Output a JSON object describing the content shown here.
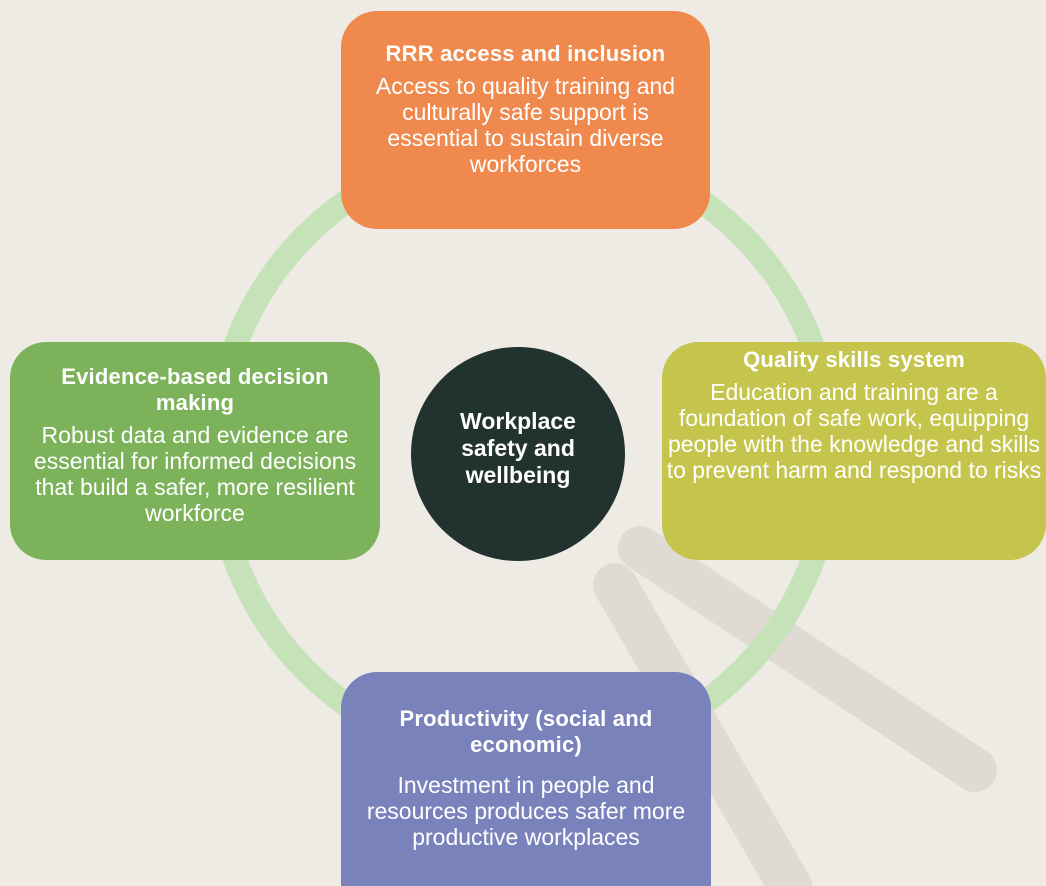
{
  "center": {
    "label": "Workplace safety and wellbeing"
  },
  "cards": {
    "top": {
      "title": "RRR access and inclusion",
      "body": "Access to quality training and culturally safe support is essential to sustain diverse workforces"
    },
    "left": {
      "title": "Evidence-based decision making",
      "body": "Robust data and evidence are essential for informed decisions that build a safer, more resilient workforce"
    },
    "right": {
      "title": "Quality skills system",
      "body": "Education and training are a foundation of safe work, equipping people with the knowledge and skills to prevent harm and respond to risks"
    },
    "bottom": {
      "title": "Productivity (social and economic)",
      "body": "Investment in people and resources produces safer more productive workplaces"
    }
  },
  "colors": {
    "background": "#eeeae4",
    "ring": "#c6e2b9",
    "top": "#ef894e",
    "left": "#7cb35a",
    "right": "#c5c54d",
    "bottom": "#7a82bc",
    "center": "#22322f",
    "decoration": "#dfdbd4"
  }
}
